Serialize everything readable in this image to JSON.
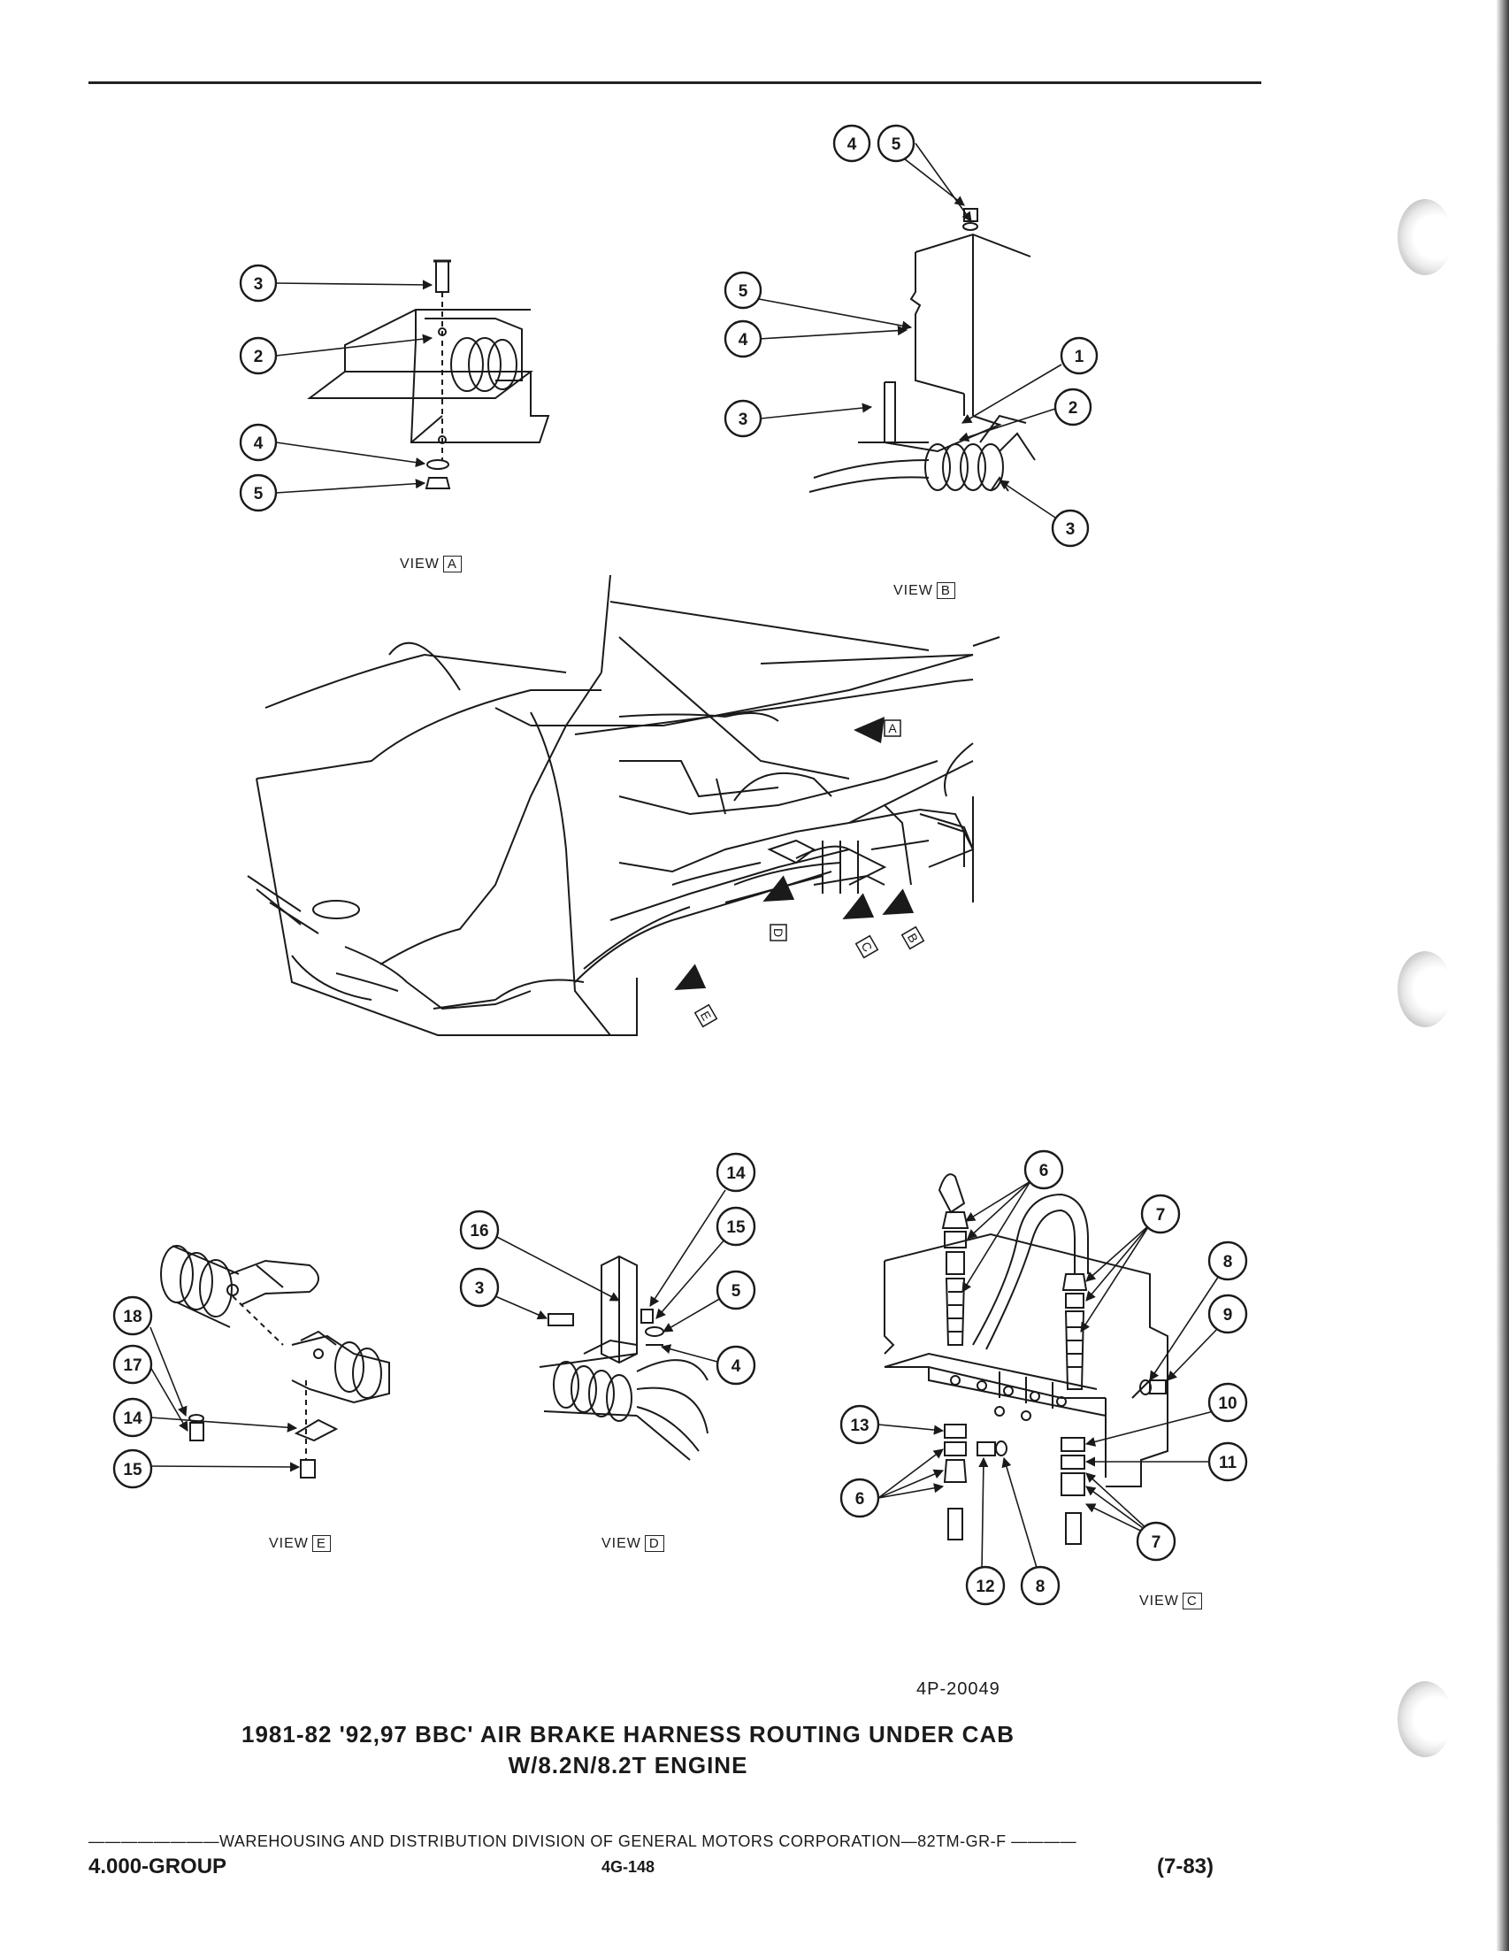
{
  "view_labels": {
    "a": {
      "word": "VIEW",
      "letter": "A"
    },
    "b": {
      "word": "VIEW",
      "letter": "B"
    },
    "c": {
      "word": "VIEW",
      "letter": "C"
    },
    "d": {
      "word": "VIEW",
      "letter": "D"
    },
    "e": {
      "word": "VIEW",
      "letter": "E"
    }
  },
  "arrow_tags": [
    "A",
    "B",
    "C",
    "D",
    "E"
  ],
  "callouts": {
    "view_a": [
      "3",
      "2",
      "4",
      "5"
    ],
    "view_b": [
      "4",
      "5",
      "5",
      "4",
      "3",
      "1",
      "2",
      "3"
    ],
    "view_e": [
      "18",
      "17",
      "14",
      "15"
    ],
    "view_d": [
      "14",
      "15",
      "16",
      "3",
      "5",
      "4"
    ],
    "view_c": [
      "6",
      "7",
      "8",
      "9",
      "10",
      "11",
      "13",
      "6",
      "7",
      "12",
      "8"
    ]
  },
  "drawing_number": "4P-20049",
  "caption": {
    "line1": "1981-82 '92,97 BBC' AIR BRAKE HARNESS ROUTING UNDER CAB",
    "line2": "W/8.2N/8.2T ENGINE"
  },
  "footer": {
    "division_line": "————————WAREHOUSING AND DISTRIBUTION  DIVISION OF GENERAL MOTORS CORPORATION—82TM-GR-F  ————",
    "group": "4.000-GROUP",
    "page": "4G-148",
    "date": "(7-83)"
  }
}
